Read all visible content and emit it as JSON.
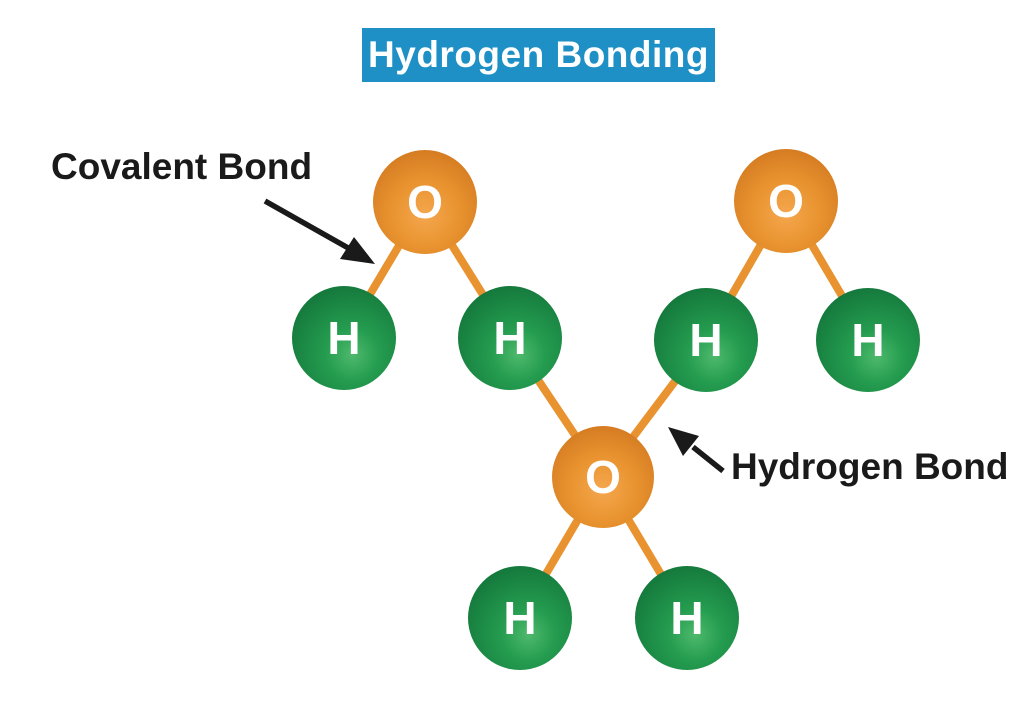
{
  "title": {
    "text": "Hydrogen Bonding"
  },
  "annotations": {
    "covalent": {
      "label": "Covalent Bond"
    },
    "hydrogen": {
      "label": "Hydrogen Bond"
    }
  },
  "molecules": [
    {
      "id": "water-top-left",
      "atoms": [
        {
          "element": "O"
        },
        {
          "element": "H"
        },
        {
          "element": "H"
        }
      ]
    },
    {
      "id": "water-top-right",
      "atoms": [
        {
          "element": "O"
        },
        {
          "element": "H"
        },
        {
          "element": "H"
        }
      ]
    },
    {
      "id": "water-bottom-center",
      "atoms": [
        {
          "element": "O"
        },
        {
          "element": "H"
        },
        {
          "element": "H"
        }
      ]
    }
  ],
  "bond_counts": {
    "covalent": 6,
    "hydrogen": 2
  },
  "colors": {
    "background": "#ffffff",
    "title_background": "#1e90c6",
    "title_text": "#ffffff",
    "oxygen_sphere": "#e58d2c",
    "hydrogen_sphere": "#1d8f46",
    "bond": "#e8932f",
    "arrow": "#1a1a1a",
    "annotation_text": "#1a1a1a",
    "atom_symbol": "#ffffff"
  }
}
